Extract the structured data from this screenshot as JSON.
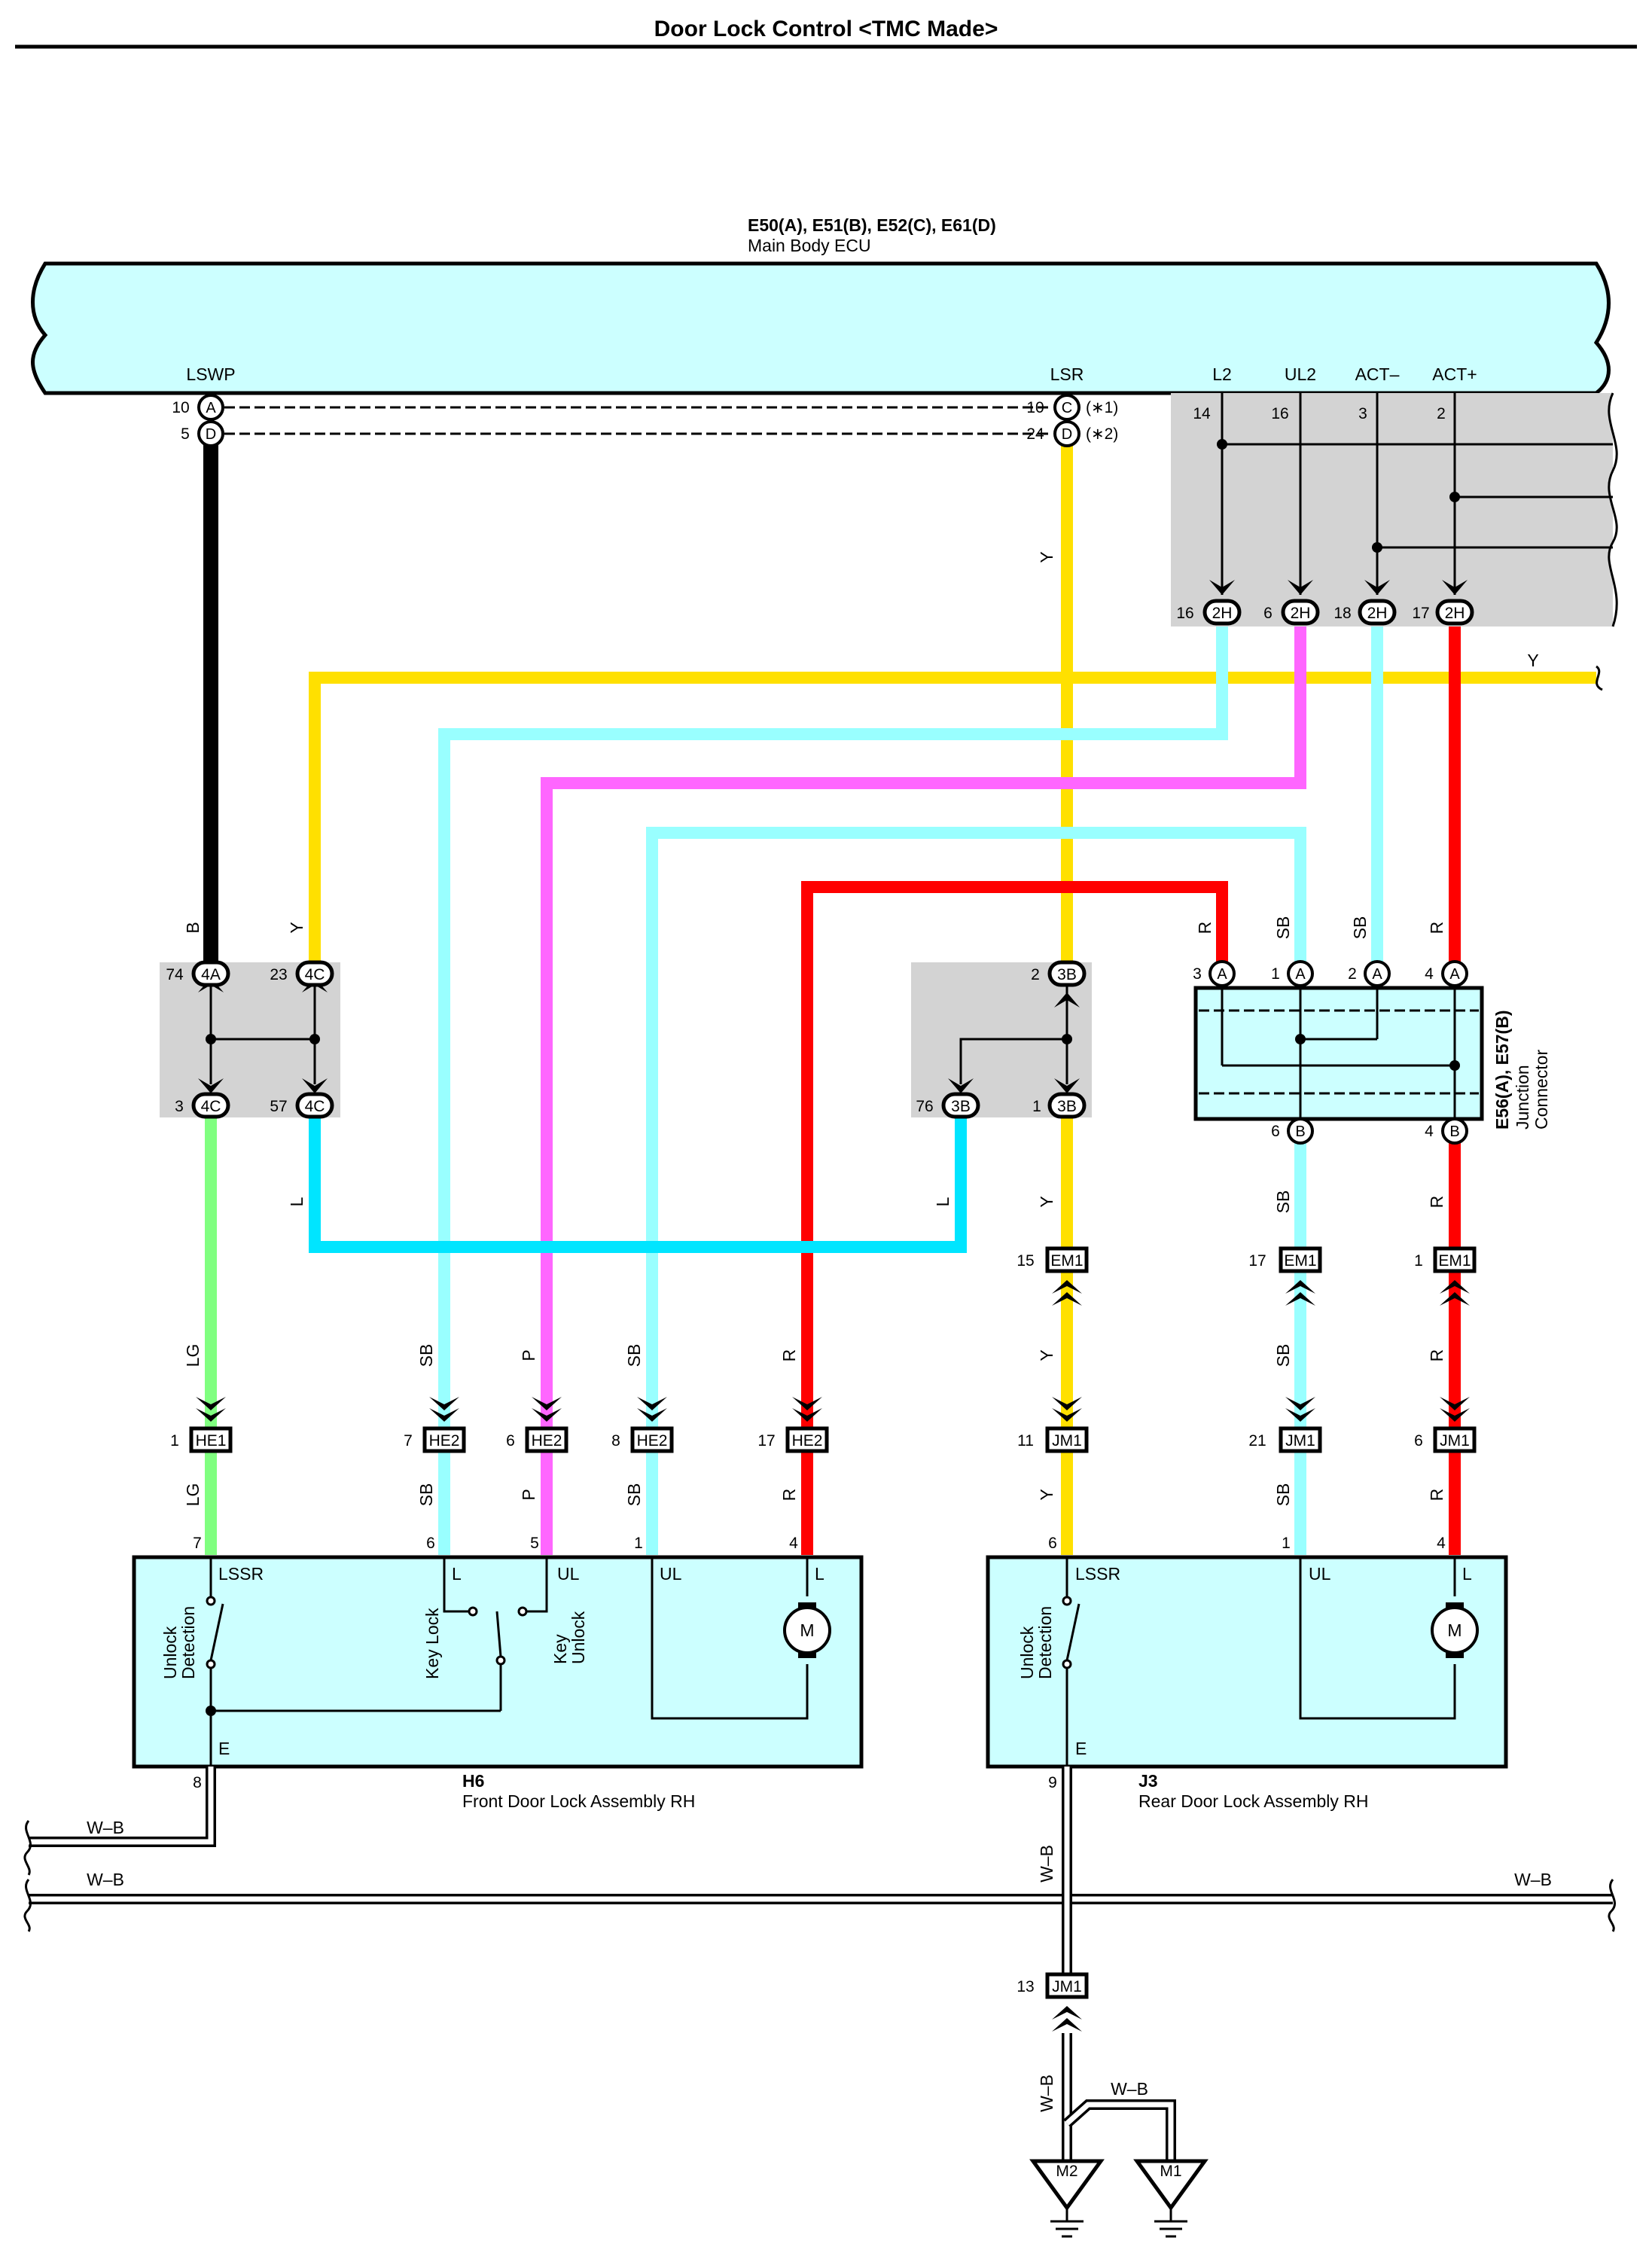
{
  "title": "Door Lock Control <TMC Made>",
  "ecu": {
    "code": "E50(A), E51(B), E52(C), E61(D)",
    "name": "Main Body ECU",
    "lswp": "LSWP",
    "lsr": "LSR",
    "l2": "L2",
    "ul2": "UL2",
    "act_minus": "ACT–",
    "act_plus": "ACT+",
    "pin_lswp_a": "10",
    "pin_lswp_d": "5",
    "pin_lsr_c": "10",
    "pin_lsr_d": "24",
    "note1": "(∗1)",
    "note2": "(∗2)",
    "pin_l2": "14",
    "pin_ul2": "16",
    "pin_actm": "3",
    "pin_actp": "2",
    "conn_a": "A",
    "conn_c": "C",
    "conn_d": "D"
  },
  "junction": {
    "code": "E56(A), E57(B)",
    "name1": "Junction",
    "name2": "Connector"
  },
  "connectors": {
    "c2h": "2H",
    "c4a": "4A",
    "c4c": "4C",
    "c3b": "3B",
    "ca": "A",
    "cb": "B",
    "em1": "EM1",
    "he1": "HE1",
    "he2": "HE2",
    "jm1": "JM1"
  },
  "pins": {
    "p16": "16",
    "p6": "6",
    "p18": "18",
    "p17": "17",
    "p74": "74",
    "p23": "23",
    "p3": "3",
    "p57": "57",
    "p2": "2",
    "p76": "76",
    "p1": "1",
    "pa3": "3",
    "pa1": "1",
    "pa2": "2",
    "pa4": "4",
    "pb6": "6",
    "pb4": "4",
    "pem15": "15",
    "pem17": "17",
    "pem1": "1",
    "phe1": "1",
    "phe7": "7",
    "phe6": "6",
    "phe8": "8",
    "phe17": "17",
    "pjm11": "11",
    "pjm21": "21",
    "pjm6": "6",
    "pjm13": "13",
    "h6_7": "7",
    "h6_6": "6",
    "h6_5": "5",
    "h6_1": "1",
    "h6_4": "4",
    "h6_8": "8",
    "j3_6": "6",
    "j3_1": "1",
    "j3_4": "4",
    "j3_9": "9"
  },
  "wire_colors": {
    "y": "Y",
    "b": "B",
    "r": "R",
    "sb": "SB",
    "l": "L",
    "lg": "LG",
    "p": "P",
    "wb": "W–B"
  },
  "h6": {
    "code": "H6",
    "name": "Front Door Lock Assembly RH",
    "lssr": "LSSR",
    "l": "L",
    "ul": "UL",
    "ul2": "UL",
    "l2": "L",
    "e": "E",
    "unlock_detection1": "Unlock",
    "unlock_detection2": "Detection",
    "key_lock": "Key Lock",
    "key_unlock1": "Key",
    "key_unlock2": "Unlock",
    "motor": "M"
  },
  "j3": {
    "code": "J3",
    "name": "Rear Door Lock Assembly RH",
    "lssr": "LSSR",
    "ul": "UL",
    "l": "L",
    "e": "E",
    "unlock_detection1": "Unlock",
    "unlock_detection2": "Detection",
    "motor": "M"
  },
  "grounds": {
    "m2": "M2",
    "m1": "M1"
  },
  "colors": {
    "yellow": "#FFE000",
    "black": "#000000",
    "red": "#FF0000",
    "sky_blue": "#99FFFF",
    "blue": "#00E5FF",
    "light_green": "#80FF80",
    "pink": "#FF66FF",
    "panel": "#CCFFFF",
    "gray": "#D3D3D3"
  }
}
